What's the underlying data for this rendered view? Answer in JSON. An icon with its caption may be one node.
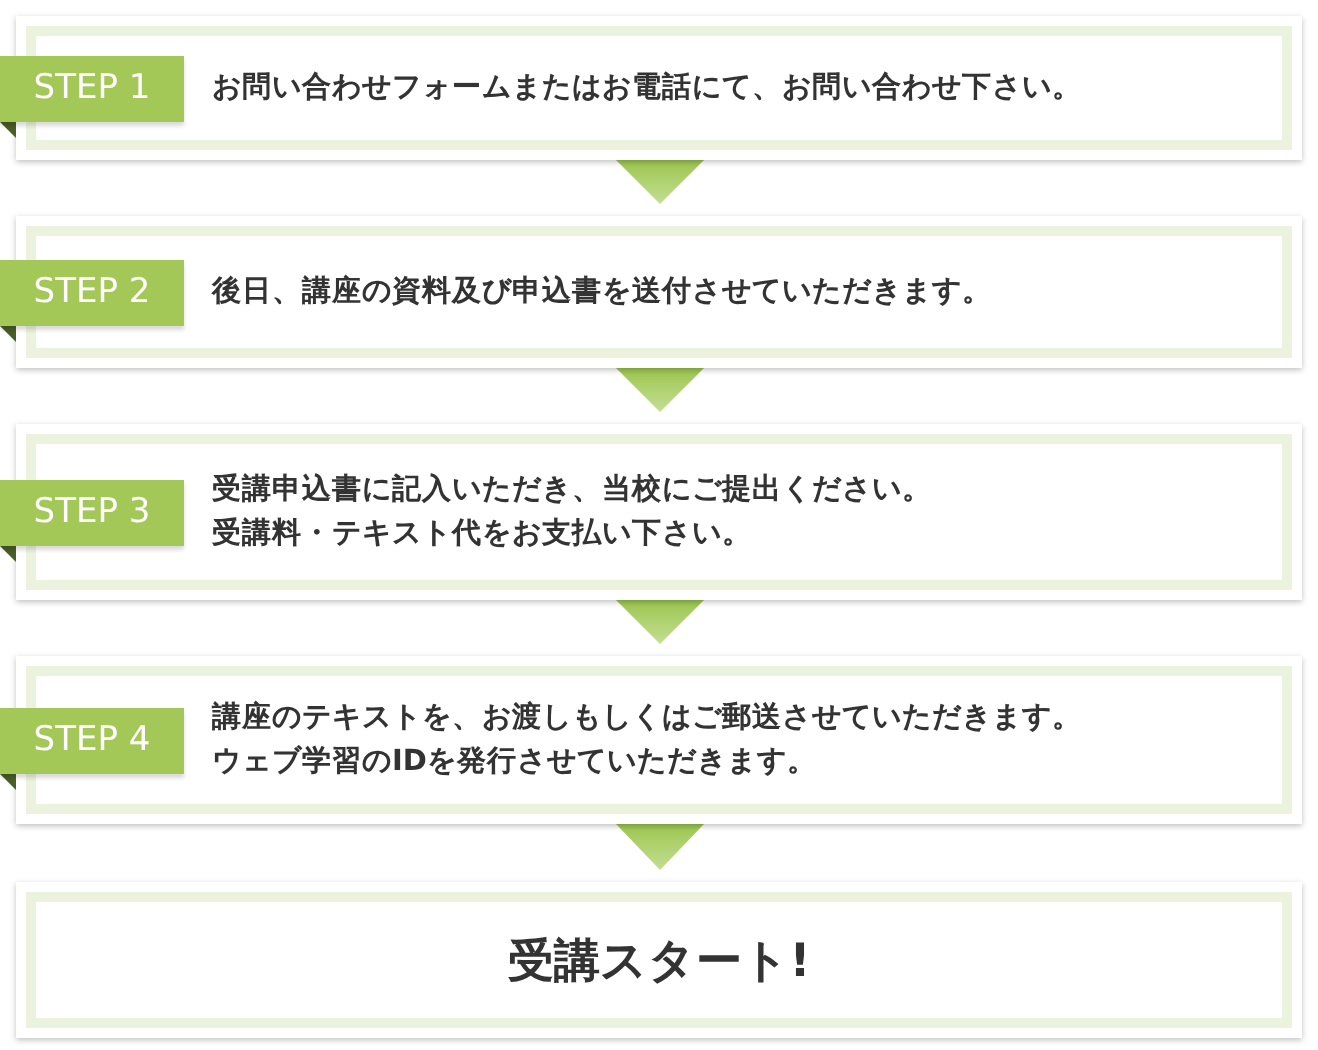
{
  "diagram": {
    "nodes": [
      {
        "text": [
          "STEP 1",
          "お問い合わせフォームまたはお電話にて、お問い合わせ下さい。"
        ]
      },
      {
        "text": [
          "STEP 2",
          "後日、講座の資料及び申込書を送付させていただきます。"
        ]
      },
      {
        "text": [
          "STEP 3",
          "受講申込書に記入いただき、当校にご提出ください。受講料・テキスト代をお支払い下さい。"
        ]
      },
      {
        "text": [
          "STEP 4",
          "講座のテキストを、お渡しもしくはご郵送させていただきます。ウェブ学習のIDを発行させていただきます。"
        ]
      },
      {
        "text": [
          "受講スタート!"
        ]
      }
    ],
    "edges": [
      {
        "from": 0,
        "to": 1,
        "arrow": "to"
      },
      {
        "from": 1,
        "to": 2,
        "arrow": "to"
      },
      {
        "from": 2,
        "to": 3,
        "arrow": "to"
      },
      {
        "from": 3,
        "to": 4,
        "arrow": "to"
      }
    ]
  }
}
